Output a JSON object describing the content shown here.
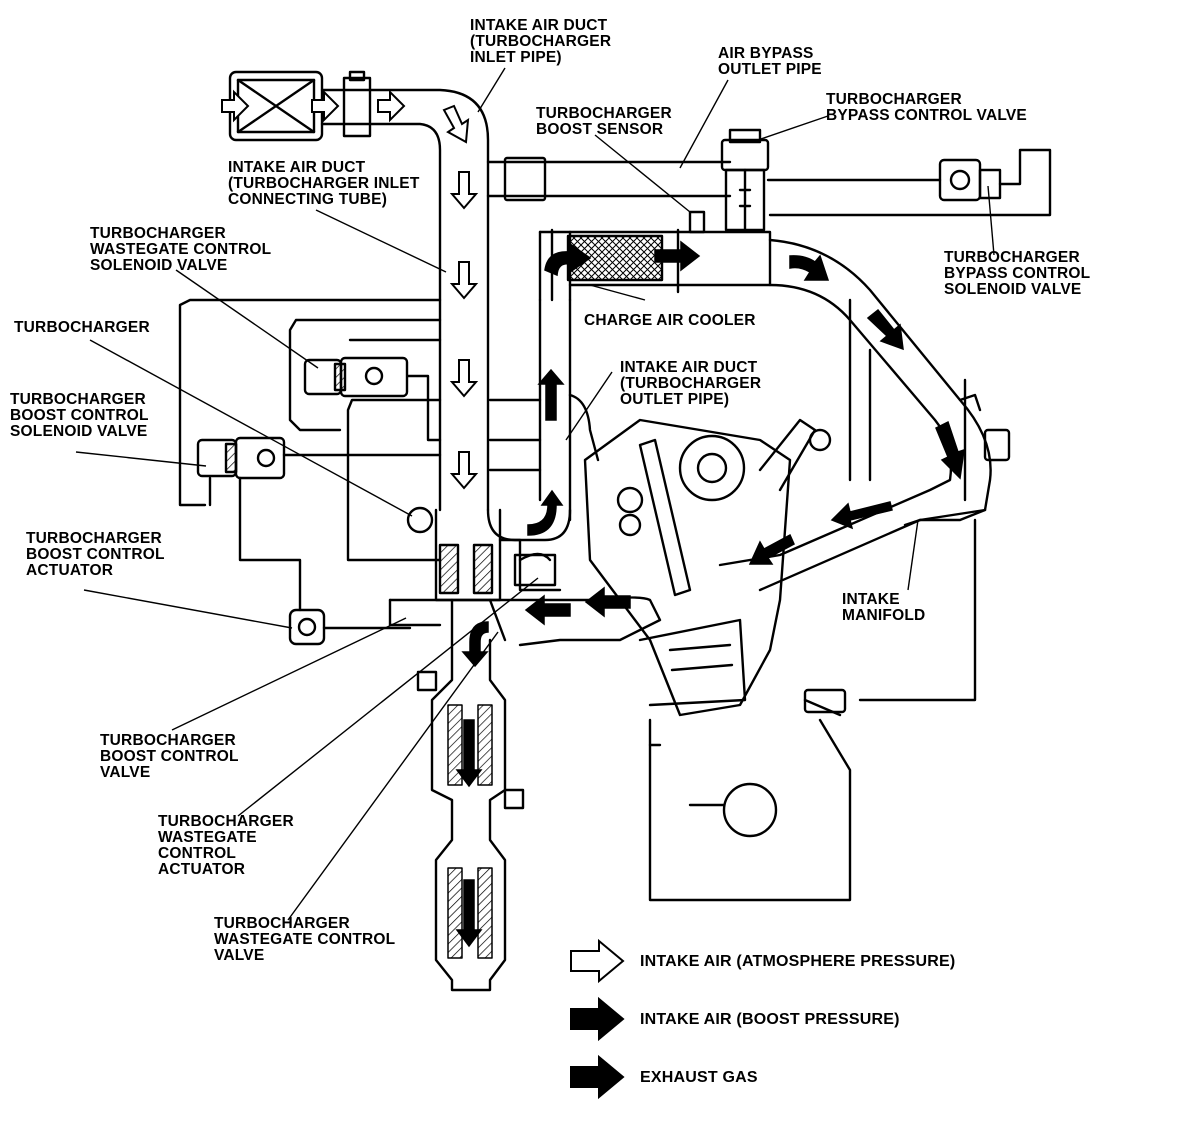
{
  "colors": {
    "ink": "#000000",
    "paper": "#ffffff",
    "core": "#cfcfcf"
  },
  "labels": {
    "intake_inlet_pipe": "INTAKE AIR DUCT\n(TURBOCHARGER\nINLET PIPE)",
    "air_bypass_outlet": "AIR BYPASS\nOUTLET PIPE",
    "boost_sensor": "TURBOCHARGER\nBOOST SENSOR",
    "bypass_control_valve": "TURBOCHARGER\nBYPASS CONTROL VALVE",
    "inlet_connecting_tube": "INTAKE AIR DUCT\n(TURBOCHARGER INLET\nCONNECTING TUBE)",
    "wastegate_solenoid": "TURBOCHARGER\nWASTEGATE CONTROL\nSOLENOID VALVE",
    "bypass_solenoid": "TURBOCHARGER\nBYPASS CONTROL\nSOLENOID VALVE",
    "turbocharger": "TURBOCHARGER",
    "charge_air_cooler": "CHARGE AIR COOLER",
    "outlet_pipe": "INTAKE AIR DUCT\n(TURBOCHARGER\nOUTLET PIPE)",
    "boost_control_solenoid": "TURBOCHARGER\nBOOST CONTROL\nSOLENOID VALVE",
    "boost_control_actuator": "TURBOCHARGER\nBOOST CONTROL\nACTUATOR",
    "intake_manifold": "INTAKE\nMANIFOLD",
    "boost_control_valve": "TURBOCHARGER\nBOOST CONTROL\nVALVE",
    "wastegate_actuator": "TURBOCHARGER\nWASTEGATE\nCONTROL\nACTUATOR",
    "wastegate_valve": "TURBOCHARGER\nWASTEGATE CONTROL\nVALVE"
  },
  "legend": [
    {
      "style": "outline",
      "label": "INTAKE AIR (ATMOSPHERE PRESSURE)"
    },
    {
      "style": "solid",
      "label": "INTAKE AIR (BOOST PRESSURE)"
    },
    {
      "style": "solid",
      "label": "EXHAUST GAS"
    }
  ]
}
